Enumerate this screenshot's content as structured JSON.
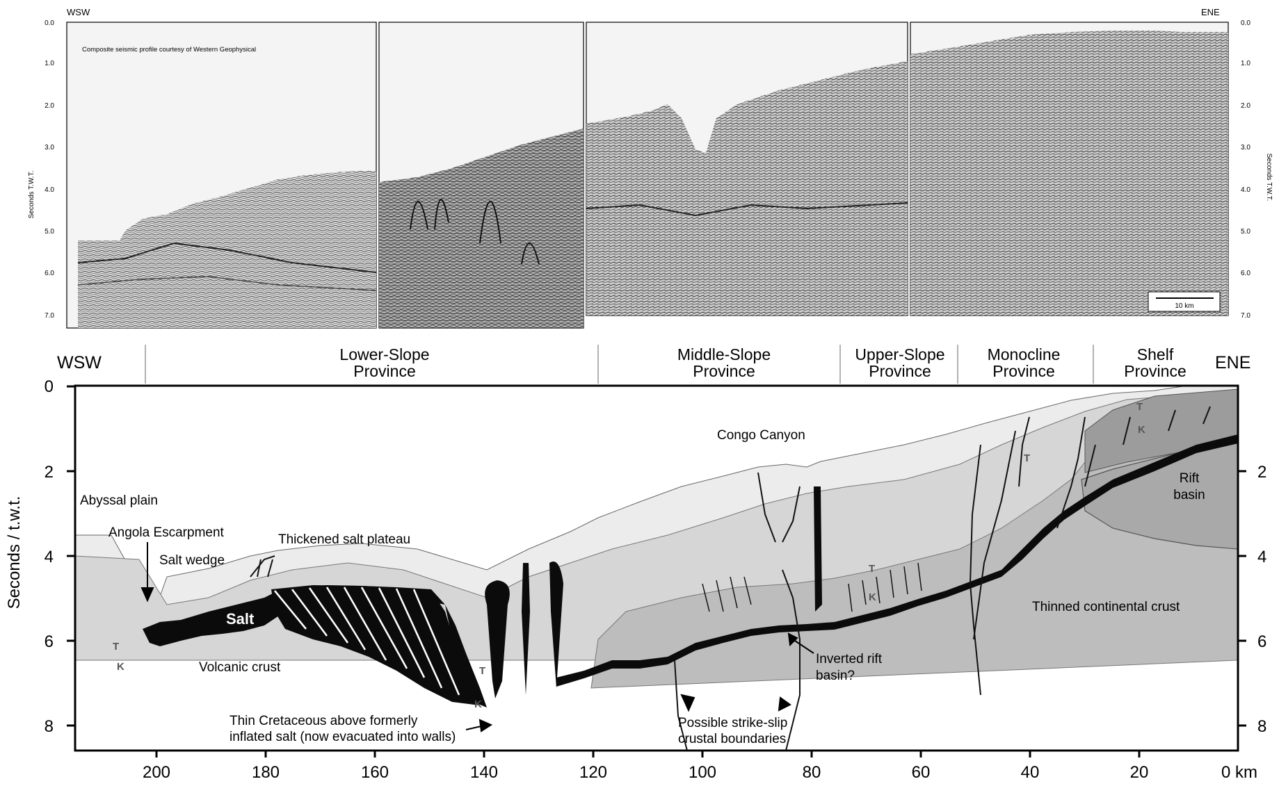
{
  "seismic": {
    "credit": "Composite seismic profile courtesy of Western Geophysical",
    "left_label": "WSW",
    "right_label": "ENE",
    "axis_label": "Seconds T.W.T.",
    "ticks": [
      "0.0",
      "1.0",
      "2.0",
      "3.0",
      "4.0",
      "5.0",
      "6.0",
      "7.0"
    ],
    "scale_label": "10 km"
  },
  "section": {
    "left_label": "WSW",
    "right_label": "ENE",
    "provinces": [
      {
        "line1": "Lower-Slope",
        "line2": "Province"
      },
      {
        "line1": "Middle-Slope",
        "line2": "Province"
      },
      {
        "line1": "Upper-Slope",
        "line2": "Province"
      },
      {
        "line1": "Monocline",
        "line2": "Province"
      },
      {
        "line1": "Shelf",
        "line2": "Province"
      }
    ],
    "y_axis_label": "Seconds / t.w.t.",
    "y_ticks": [
      "0",
      "2",
      "4",
      "6",
      "8"
    ],
    "x_ticks": [
      "200",
      "180",
      "160",
      "140",
      "120",
      "100",
      "80",
      "60",
      "40",
      "20",
      "0 km"
    ],
    "labels": {
      "abyssal_plain": "Abyssal plain",
      "angola_escarpment": "Angola Escarpment",
      "salt_wedge": "Salt wedge",
      "thickened_salt_plateau": "Thickened salt plateau",
      "salt": "Salt",
      "volcanic_crust": "Volcanic crust",
      "congo_canyon": "Congo Canyon",
      "rift_basin_1": "Rift",
      "rift_basin_2": "basin",
      "thinned_crust": "Thinned continental crust",
      "inverted_rift_1": "Inverted  rift",
      "inverted_rift_2": "basin?",
      "strike_slip_1": "Possible strike-slip",
      "strike_slip_2": "crustal boundaries",
      "thin_cretaceous_1": "Thin Cretaceous above formerly",
      "thin_cretaceous_2": "inflated salt (now evacuated into walls)",
      "t": "T",
      "k": "K"
    }
  }
}
